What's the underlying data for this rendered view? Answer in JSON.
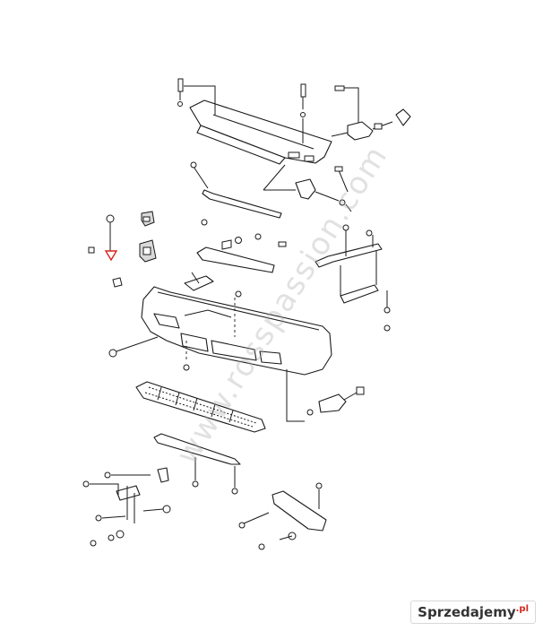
{
  "watermark": {
    "text": "www.rosspassion.com"
  },
  "logo": {
    "text": "Sprzedajemy",
    "tld": ".pl"
  },
  "colors": {
    "line": "#1a1a1a",
    "accent": "#d3271c",
    "watermark": "#aaaaaa"
  }
}
